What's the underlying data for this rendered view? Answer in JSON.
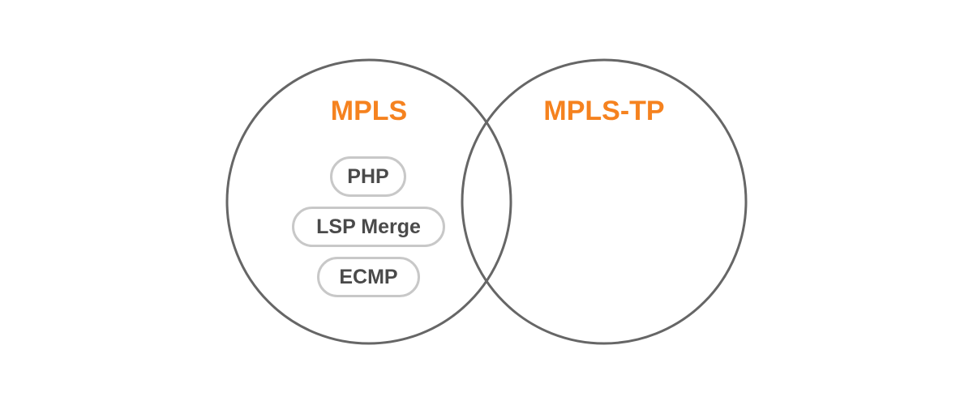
{
  "colors": {
    "set_label": "#f5821f",
    "circle_stroke": "#666666",
    "pill_border": "#c8c8c8",
    "pill_text": "#4a4a4a"
  },
  "sets": [
    {
      "label": "MPLS",
      "features": [
        "PHP",
        "LSP Merge",
        "ECMP"
      ]
    },
    {
      "label": "MPLS-TP",
      "features": []
    }
  ]
}
